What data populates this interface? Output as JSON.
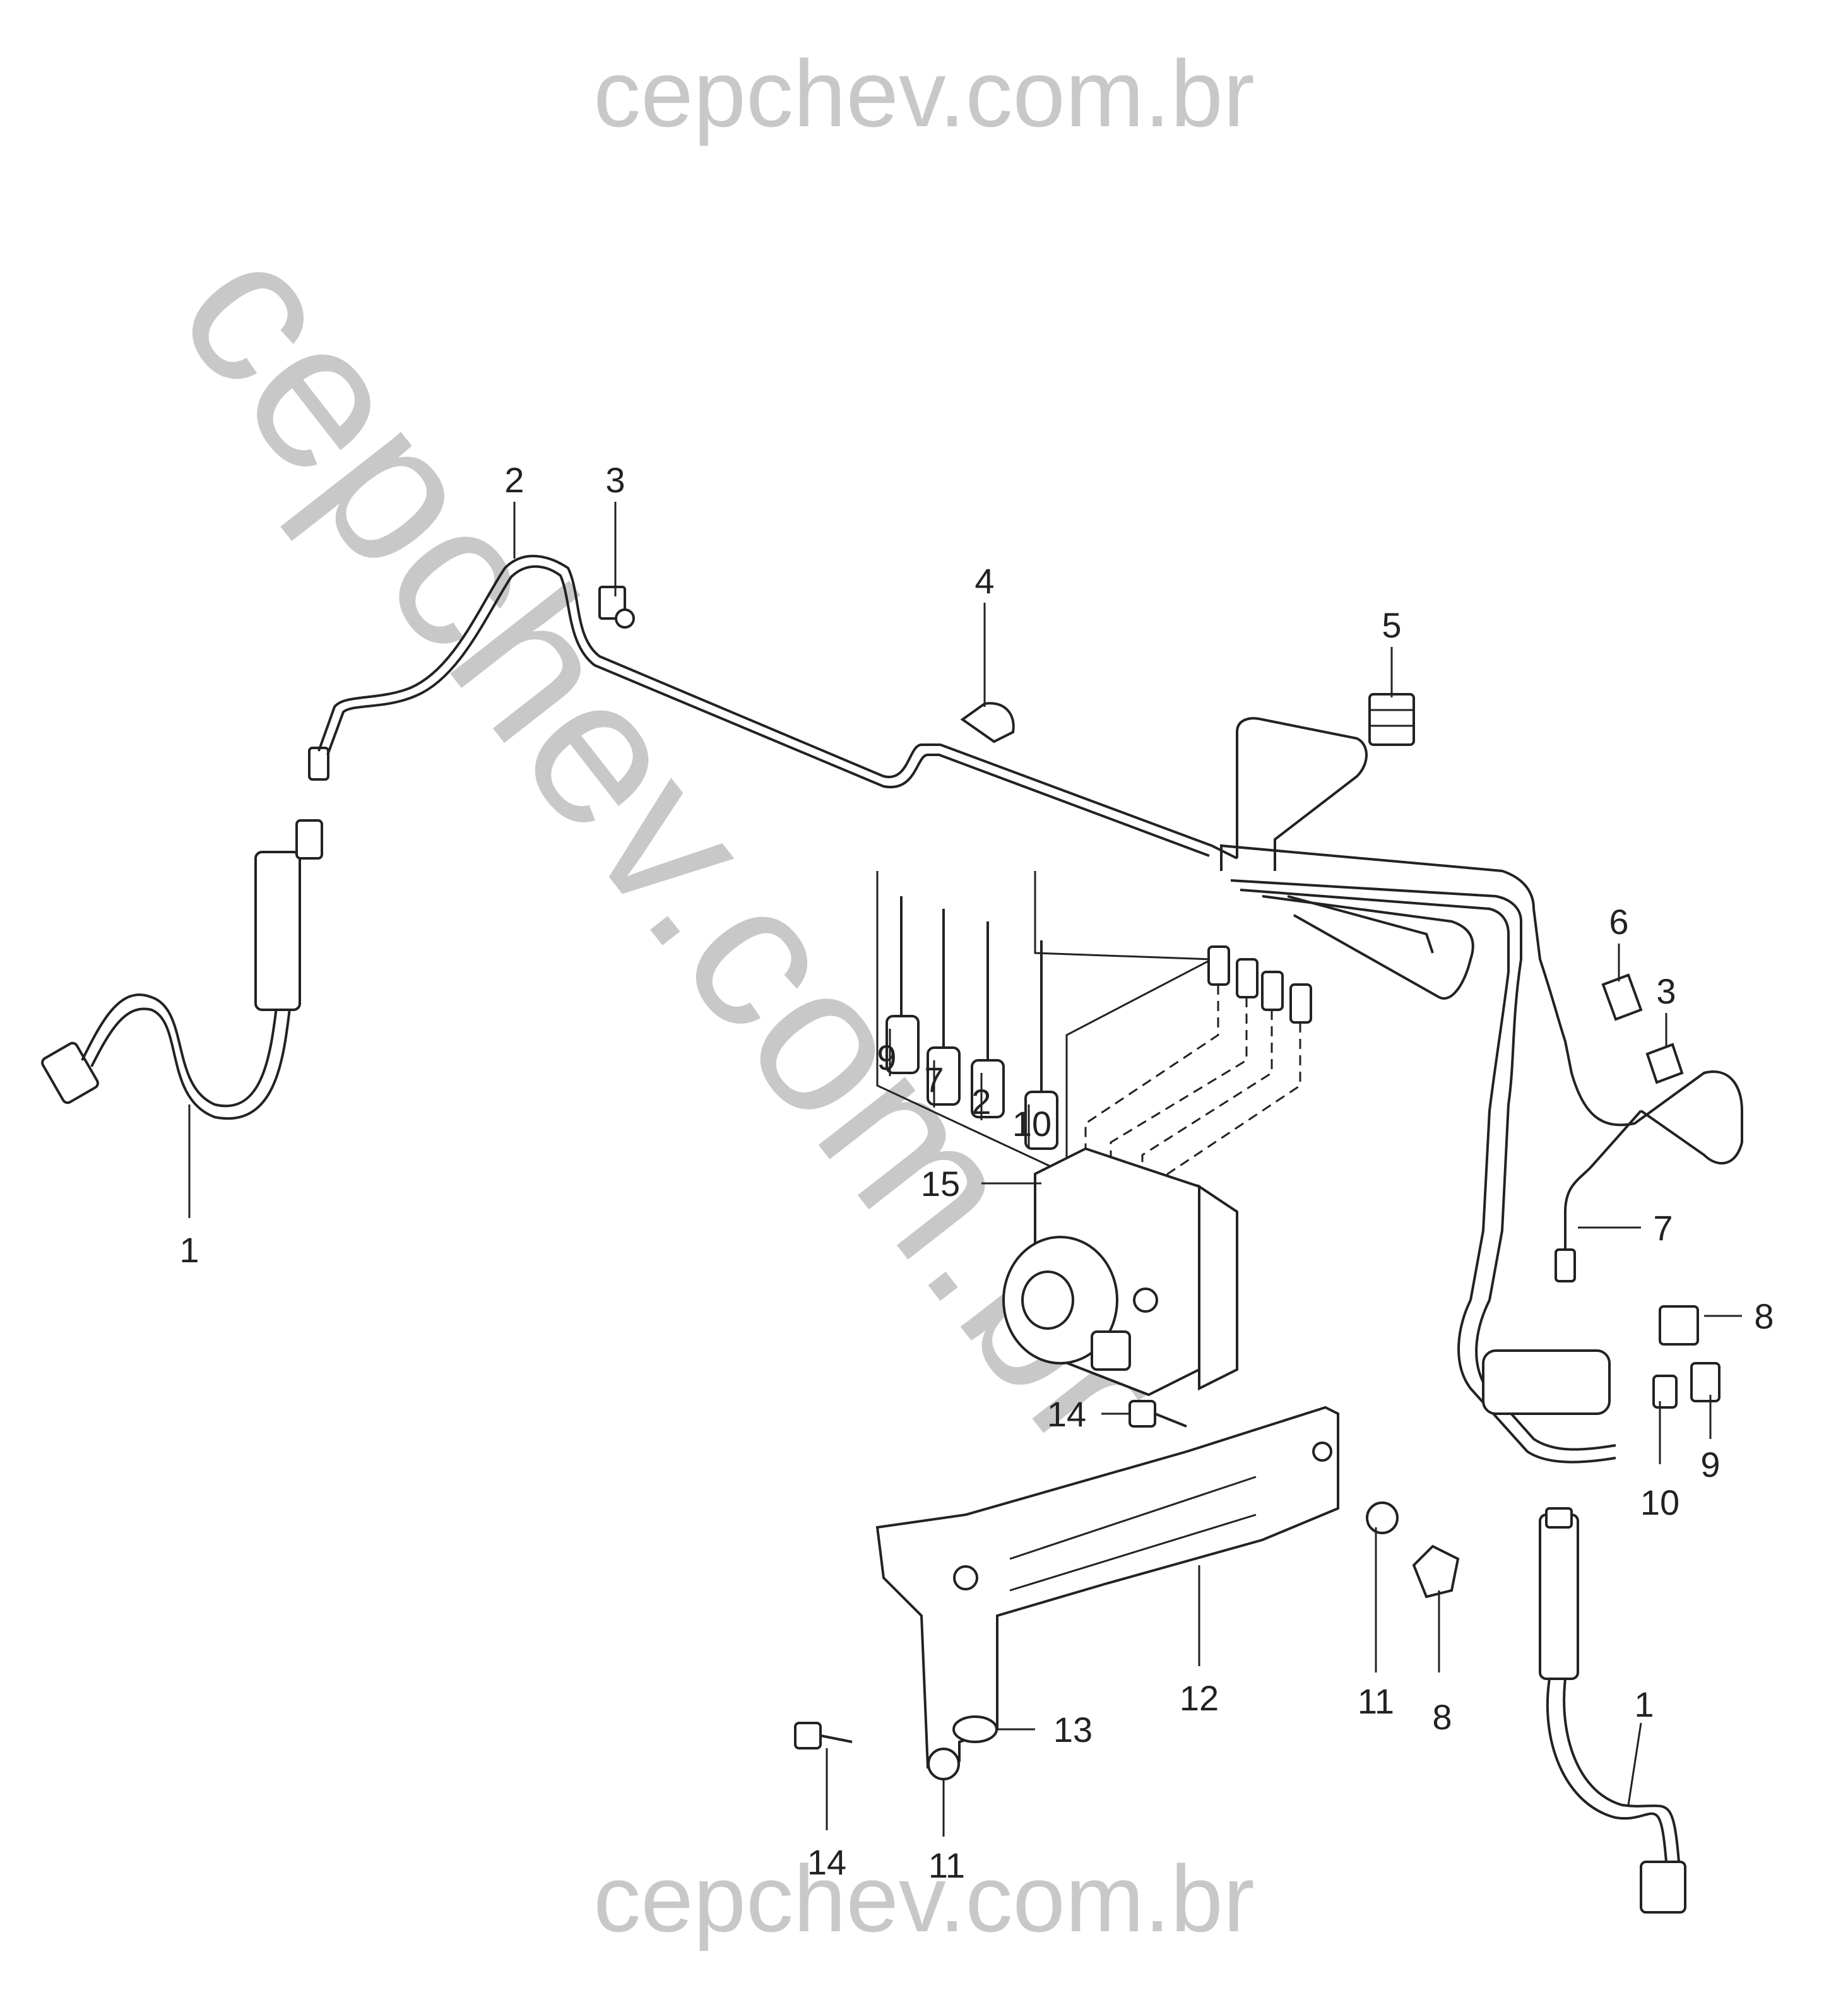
{
  "watermarks": {
    "top": "cepchev.com.br",
    "bottom": "cepchev.com.br",
    "diagonal": "cepchev.com.br"
  },
  "callouts": {
    "c1a": "1",
    "c1b": "1",
    "c2a": "2",
    "c2b": "2",
    "c3a": "3",
    "c3b": "3",
    "c4": "4",
    "c5": "5",
    "c6": "6",
    "c7a": "7",
    "c7b": "7",
    "c8a": "8",
    "c8b": "8",
    "c9a": "9",
    "c9b": "9",
    "c10a": "10",
    "c10b": "10",
    "c11a": "11",
    "c11b": "11",
    "c12": "12",
    "c13": "13",
    "c14a": "14",
    "c14b": "14",
    "c15": "15"
  },
  "colors": {
    "line": "#222222",
    "watermark": "#c8c8c8",
    "background": "#ffffff"
  }
}
